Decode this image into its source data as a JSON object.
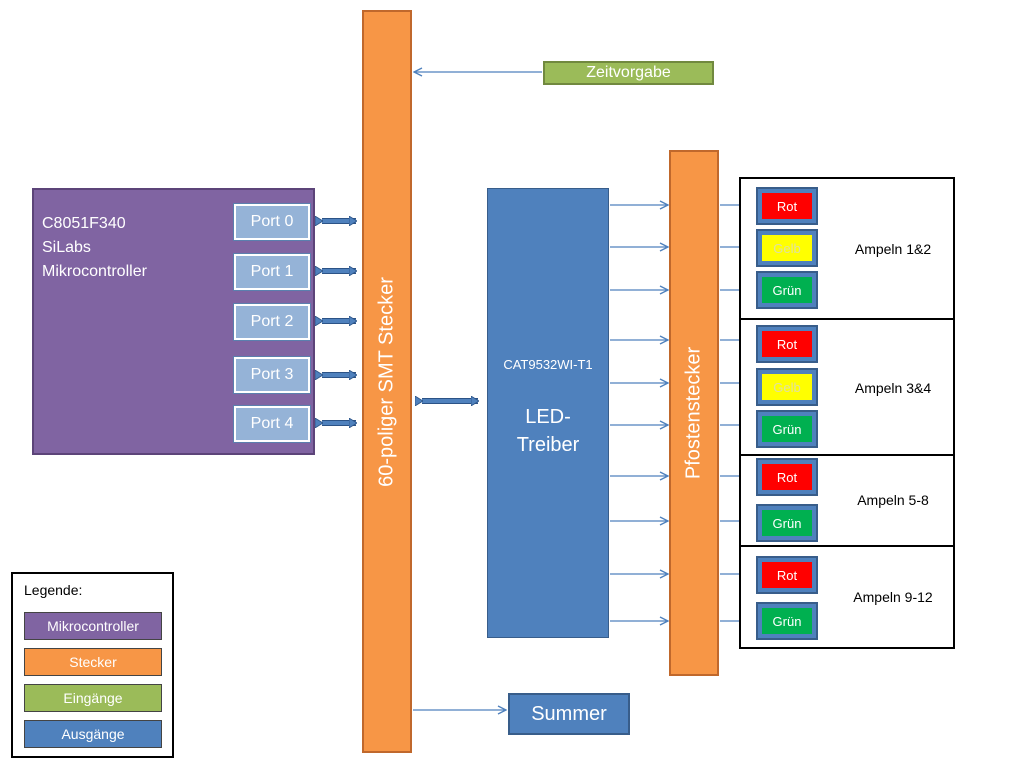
{
  "microcontroller": {
    "lines": [
      "C8051F340",
      "SiLabs",
      "Mikrocontroller"
    ],
    "ports": [
      "Port 0",
      "Port 1",
      "Port 2",
      "Port 3",
      "Port 4"
    ],
    "color": "#8064a2"
  },
  "smt_connector": {
    "label": "60-poliger SMT Stecker",
    "color": "#f79646"
  },
  "time_input": {
    "label": "Zeitvorgabe",
    "color": "#9bbb59"
  },
  "led_driver": {
    "chip": "CAT9532WI-T1",
    "label_line1": "LED-",
    "label_line2": "Treiber",
    "color": "#4f81bd"
  },
  "header_connector": {
    "label": "Pfostenstecker",
    "color": "#f79646"
  },
  "buzzer": {
    "label": "Summer"
  },
  "groups": [
    {
      "label": "Ampeln 1&2",
      "lamps": [
        "Rot",
        "Gelb",
        "Grün"
      ]
    },
    {
      "label": "Ampeln 3&4",
      "lamps": [
        "Rot",
        "Gelb",
        "Grün"
      ]
    },
    {
      "label": "Ampeln 5-8",
      "lamps": [
        "Rot",
        "Grün"
      ]
    },
    {
      "label": "Ampeln 9-12",
      "lamps": [
        "Rot",
        "Grün"
      ]
    }
  ],
  "lamp_colors": {
    "red": "#ff0000",
    "yellow": "#ffff00",
    "green": "#00b050"
  },
  "legend": {
    "title": "Legende:",
    "items": [
      {
        "label": "Mikrocontroller",
        "color": "#8064a2"
      },
      {
        "label": "Stecker",
        "color": "#f79646"
      },
      {
        "label": "Eingänge",
        "color": "#9bbb59"
      },
      {
        "label": "Ausgänge",
        "color": "#4f81bd"
      }
    ]
  }
}
